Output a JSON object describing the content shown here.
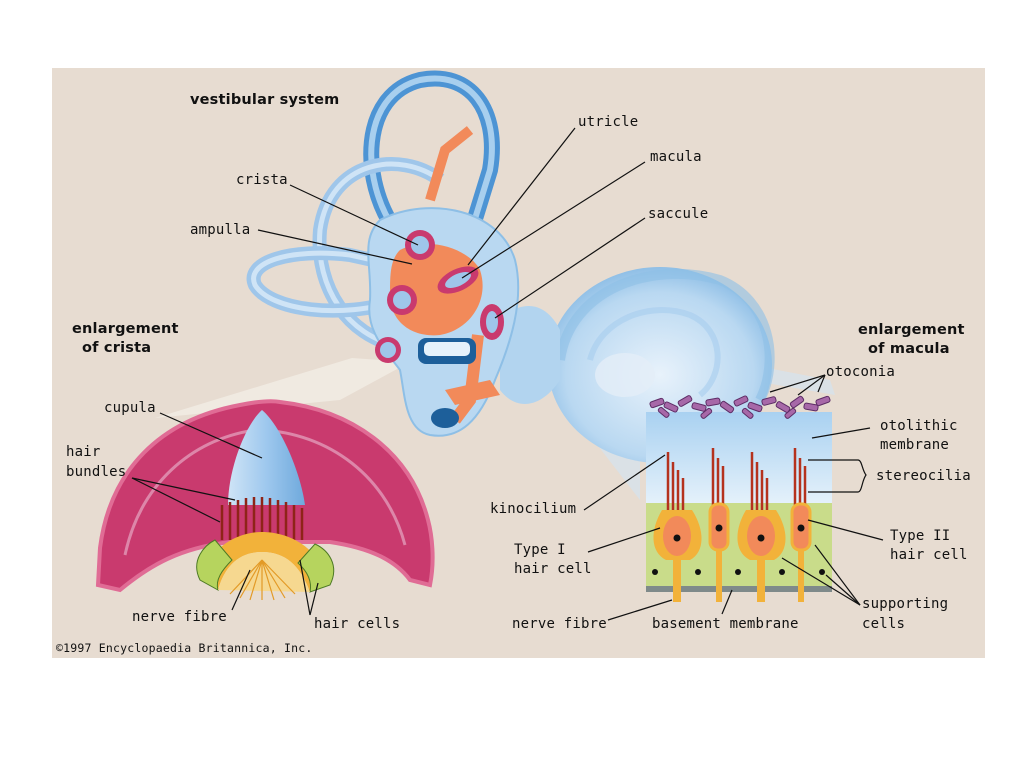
{
  "labels": {
    "vestibular_system": "vestibular system",
    "utricle": "utricle",
    "macula": "macula",
    "crista": "crista",
    "saccule": "saccule",
    "ampulla": "ampulla",
    "enlargement_crista_1": "enlargement",
    "enlargement_crista_2": "of crista",
    "enlargement_macula_1": "enlargement",
    "enlargement_macula_2": "of macula",
    "otoconia": "otoconia",
    "cupula": "cupula",
    "hair_bundles_1": "hair",
    "hair_bundles_2": "bundles",
    "otolithic_1": "otolithic",
    "otolithic_2": "membrane",
    "stereocilia": "stereocilia",
    "kinocilium": "kinocilium",
    "type1_1": "Type I",
    "type1_2": "hair cell",
    "type2_1": "Type II",
    "type2_2": "hair cell",
    "nerve_fibre_left": "nerve fibre",
    "hair_cells": "hair cells",
    "nerve_fibre_right": "nerve fibre",
    "basement_membrane": "basement membrane",
    "supporting_1": "supporting",
    "supporting_2": "cells",
    "copyright": "©1997 Encyclopaedia Britannica, Inc."
  },
  "colors": {
    "background": "#e7dcd1",
    "canal_blue": "#9fc6ea",
    "canal_dark_blue": "#4d94d4",
    "orange": "#f28a5a",
    "magenta": "#c93a6e",
    "hair_green": "#b6d45e",
    "cilia_red": "#b5321e"
  }
}
